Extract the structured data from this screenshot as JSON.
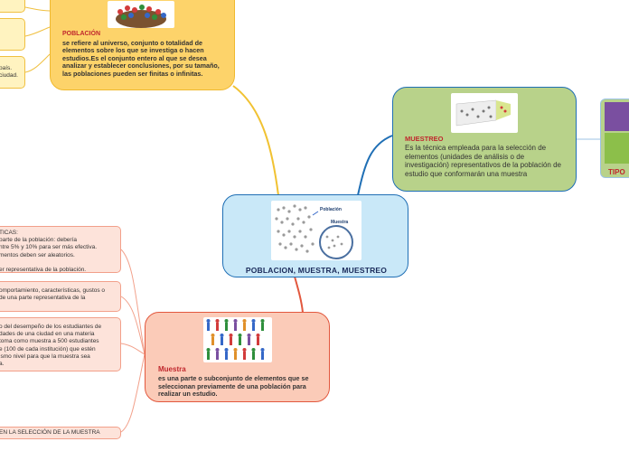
{
  "central": {
    "title": "POBLACION, MUESTRA, MUESTREO",
    "image_labels": {
      "poblacion": "Población",
      "muestra": "Muestra"
    }
  },
  "poblacion": {
    "title": "POBLACIÓN",
    "text": "se refiere al universo, conjunto o totalidad de elementos sobre los que se investiga o hacen estudios.Es el conjunto entero al que se desea analizar y establecer conclusiones, por su tamaño, las poblaciones pueden ser finitas o infinitas."
  },
  "muestreo": {
    "title": "MUESTREO",
    "text": "Es la técnica empleada para la selección de elementos (unidades de análisis o de investigación) representativos de la población de estudio que conformarán una muestra"
  },
  "muestra": {
    "title": "Muestra",
    "text": "es una parte o subconjunto de elementos que se seleccionan previamente de una población para realizar un estudio."
  },
  "tipos": {
    "title": "TIPO"
  },
  "poblacion_leaves": [
    {
      "text": "país."
    },
    {
      "text": "ciudad."
    }
  ],
  "muestra_leaves": [
    {
      "text": "TICAS:\nparte de la población: debería\nntre 5% y 10% para ser más efectiva.\nmentos deben ser aleatorios.\n\ner representativa de la población."
    },
    {
      "text": "omportamiento, características, gustos o\nde una parte representativa de la"
    },
    {
      "text": "o del desempeño de los estudiantes de\ndades de una ciudad en una materia\ntoma como muestra a 500 estudiantes\ne (100 de cada institución) que estén\nismo nivel para que la muestra sea\na."
    },
    {
      "text": "EN LA SELECCIÓN DE LA MUESTRA"
    }
  ],
  "colors": {
    "central": "#c9e8f8",
    "poblacion": "#fdd36a",
    "muestreo": "#b8d28a",
    "muestra": "#fbcbb8",
    "titles": "#c0272d"
  }
}
